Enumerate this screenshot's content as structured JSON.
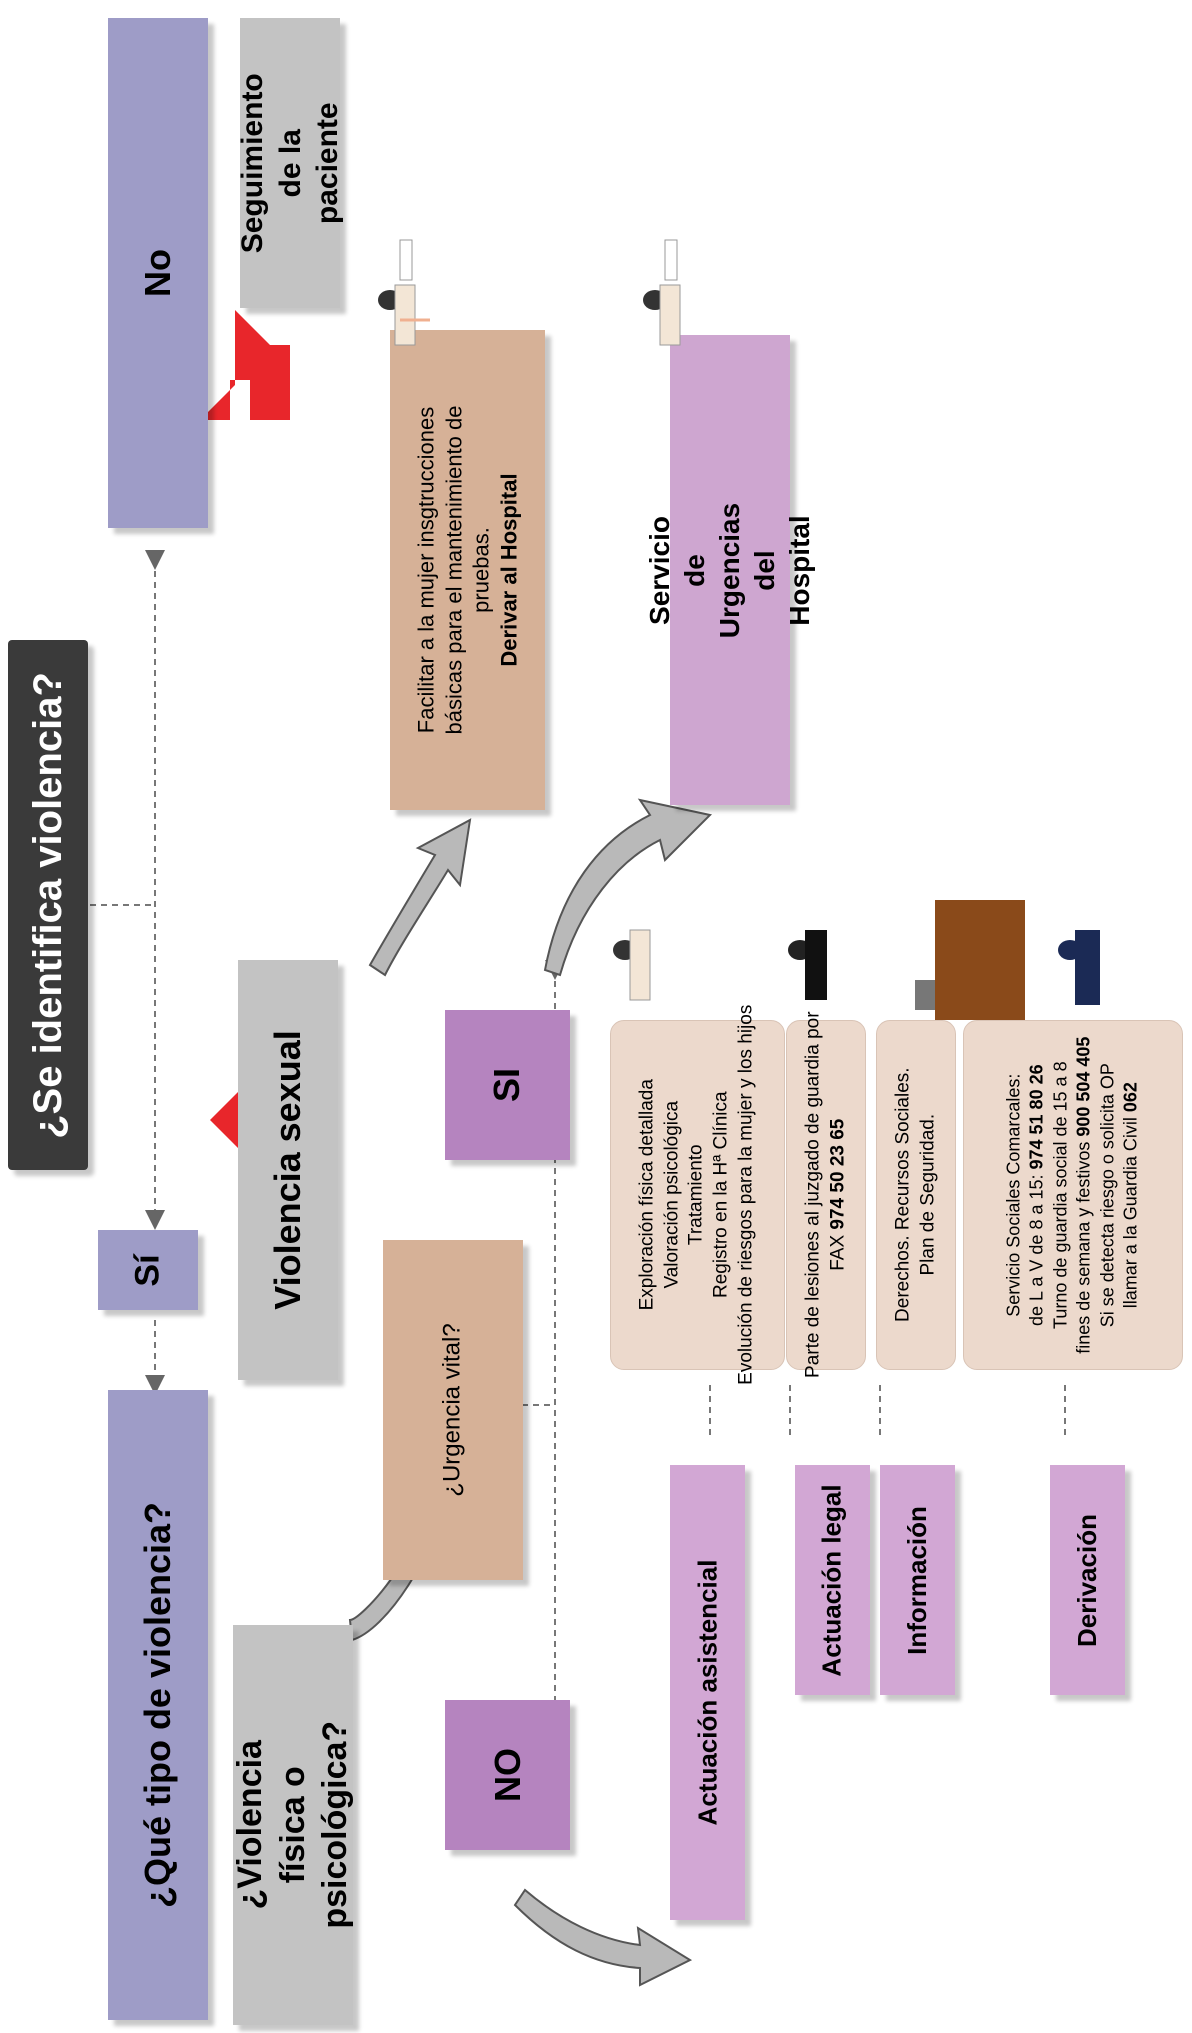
{
  "top_question": "¿Se identifica violencia?",
  "yes_label": "Sí",
  "no_label": "No",
  "follow_up": "Seguimiento\nde la paciente",
  "type_question": "¿Qué tipo de violencia?",
  "sexual_violence": "Violencia sexual",
  "physical_violence": "¿Violencia física o\npsicológica?",
  "urgency_question": "¿Urgencia vital?",
  "si_label": "SI",
  "no_caps_label": "NO",
  "hospital_instructions": {
    "line1": "Facilitar a la mujer insgtrucciones",
    "line2": "básicas para el mantenimiento de",
    "line3": "pruebas.",
    "line4": "Derivar al Hospital"
  },
  "hospital_emergency": "Servicio de Urgencias\ndel Hospital",
  "actions": [
    {
      "label": "Actuación asistencial",
      "lines": [
        {
          "text": "Exploración física detallada"
        },
        {
          "text": "Valoración psicológica"
        },
        {
          "text": "Tratamiento"
        },
        {
          "text": "Registro en la Hª Clínica"
        },
        {
          "text": "Evolución de riesgos para la mujer y los hijos"
        }
      ]
    },
    {
      "label": "Actuación legal",
      "lines": [
        {
          "text": "Parte de lesiones al juzgado de guardia por"
        },
        {
          "text": "FAX ",
          "bold": "974 50 23 65"
        }
      ]
    },
    {
      "label": "Información",
      "lines": [
        {
          "text": "Derechos. Recursos Sociales."
        },
        {
          "text": "Plan de Seguridad."
        }
      ]
    },
    {
      "label": "Derivación",
      "lines": [
        {
          "text": "Servicio Sociales Comarcales:"
        },
        {
          "text": "de L a V de 8 a 15: ",
          "bold": "974 51 80 26"
        },
        {
          "text": " "
        },
        {
          "text": "Turno de guardia social de 15 a 8"
        },
        {
          "text": "fines de semana y festivos ",
          "bold": "900 504 405"
        },
        {
          "text": " "
        },
        {
          "text": "Si se detecta riesgo o solicita OP"
        },
        {
          "text": "llamar a la Guardia Civil  ",
          "bold": "062"
        }
      ]
    }
  ],
  "colors": {
    "purple": "#9e9cc7",
    "gray": "#c3c3c3",
    "dark": "#3a3a3a",
    "tan": "#d6b197",
    "pink": "#cea6d0",
    "magenta": "#b584bf",
    "beige": "#ecd9cc",
    "arrow_red": "#e8262b"
  },
  "icons": [
    "nurse-icon",
    "lawyer-icon",
    "judge-desk-icon",
    "police-officer-icon",
    "red-arrow-icon",
    "gray-curved-arrow-icon"
  ]
}
